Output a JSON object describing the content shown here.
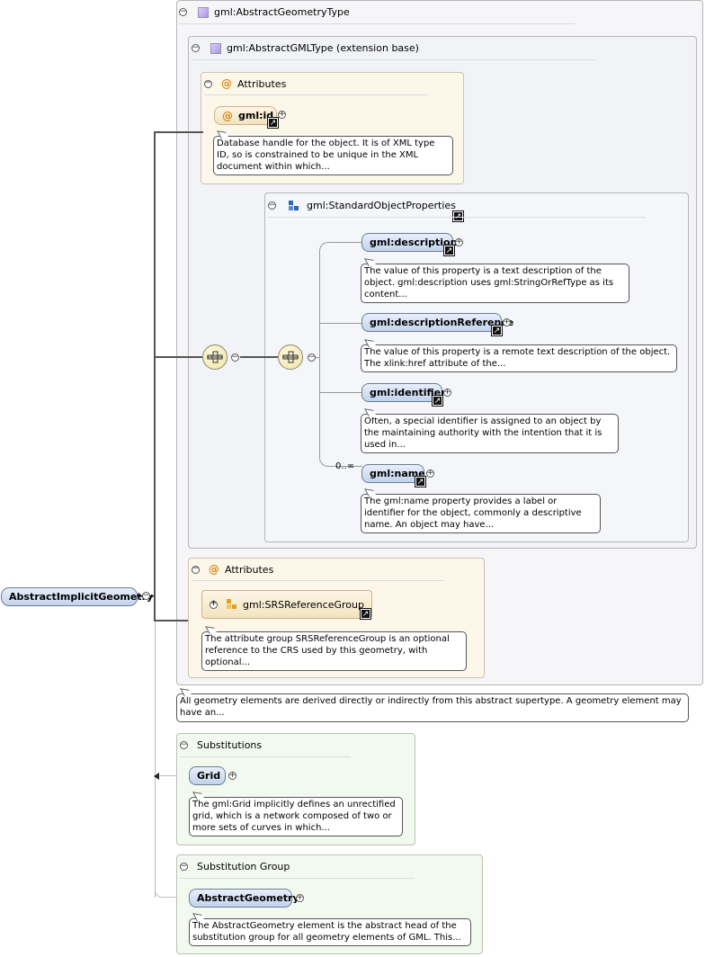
{
  "root": {
    "label": "AbstractImplicitGeometry"
  },
  "abstract_geometry_type": {
    "title": "gml:AbstractGeometryType"
  },
  "abstract_gml_type": {
    "title": "gml:AbstractGMLType (extension base)"
  },
  "attributes_inner": {
    "title": "Attributes",
    "gml_id": {
      "label": "gml:id",
      "desc": "Database handle for the object. It is of XML type ID, so is constrained to be unique in the XML document within which..."
    }
  },
  "standard_object_properties": {
    "title": "gml:StandardObjectProperties",
    "cardinality": "0..∞",
    "items": [
      {
        "label": "gml:description",
        "desc": "The value of this property is a text description of the object. gml:description uses gml:StringOrRefType as its content..."
      },
      {
        "label": "gml:descriptionReference",
        "desc": "The value of this property is a remote text description of the object. The xlink:href attribute of the..."
      },
      {
        "label": "gml:identifier",
        "desc": "Often, a special identifier is assigned to an object by the maintaining authority with the intention that it is used in..."
      },
      {
        "label": "gml:name",
        "desc": "The gml:name property provides a label or identifier for the object, commonly a descriptive name. An object may have..."
      }
    ]
  },
  "attributes_outer": {
    "title": "Attributes",
    "srs_group": {
      "label": "gml:SRSReferenceGroup",
      "desc": "The attribute group SRSReferenceGroup is an optional reference to the CRS used by this geometry, with optional..."
    }
  },
  "type_desc": "All geometry elements are derived directly or indirectly from this abstract supertype. A geometry element may have an...",
  "substitutions": {
    "title": "Substitutions",
    "item": {
      "label": "Grid",
      "desc": "The gml:Grid implicitly defines an unrectified grid, which is a network composed of two or more sets of curves in which..."
    }
  },
  "substitution_group": {
    "title": "Substitution Group",
    "item": {
      "label": "AbstractGeometry",
      "desc": "The AbstractGeometry element is the abstract head of the substitution group for all geometry elements of GML. This..."
    }
  }
}
